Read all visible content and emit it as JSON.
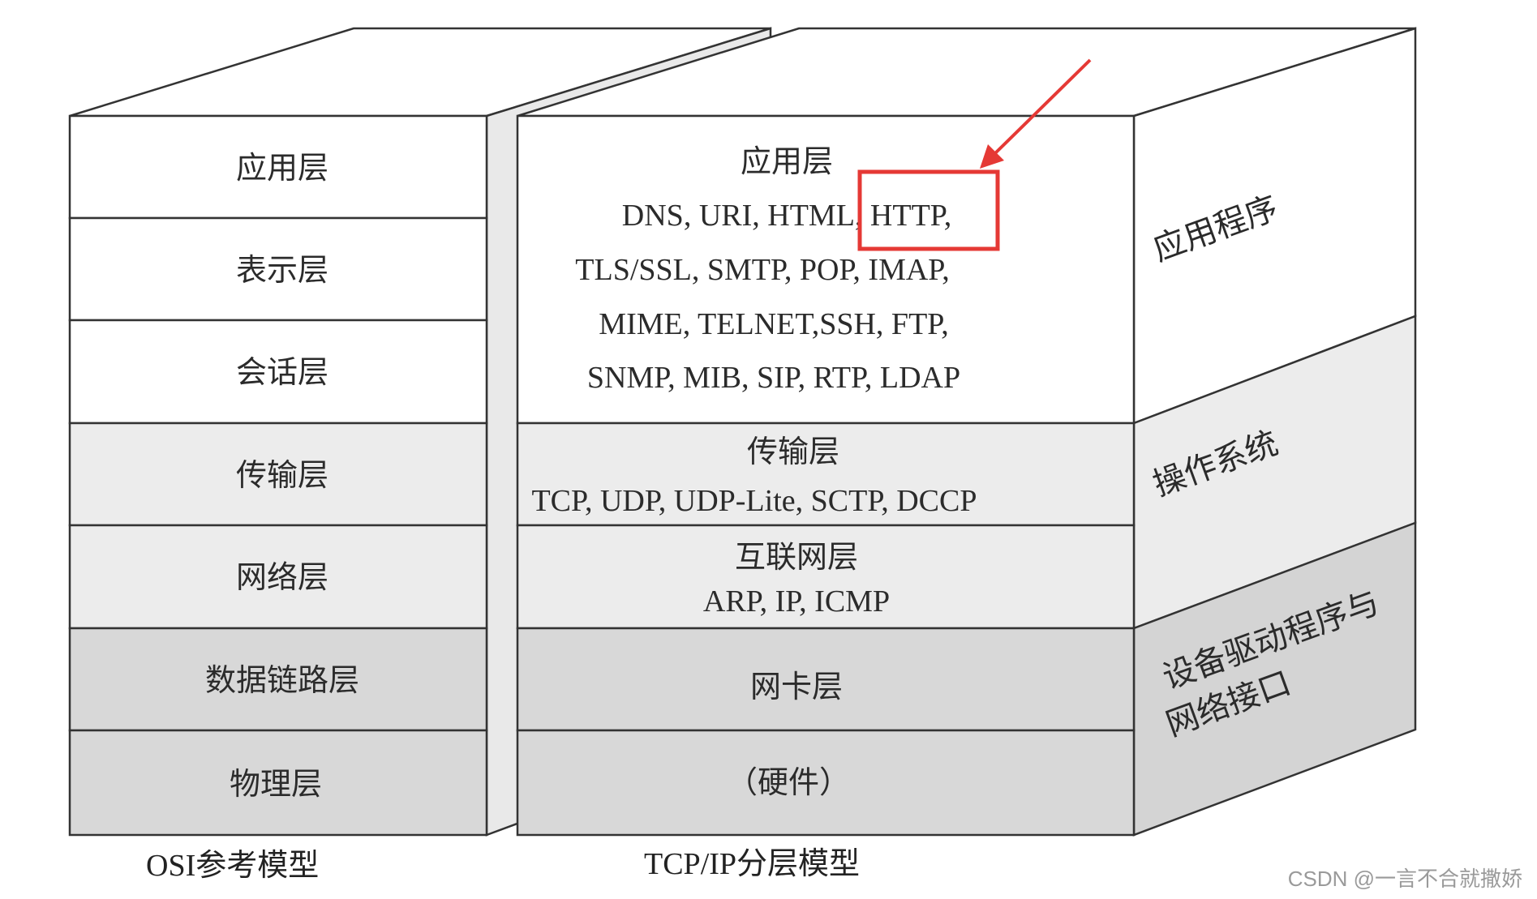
{
  "osi": {
    "caption": "OSI参考模型",
    "layers": [
      "应用层",
      "表示层",
      "会话层",
      "传输层",
      "网络层",
      "数据链路层",
      "物理层"
    ]
  },
  "tcpip": {
    "caption": "TCP/IP分层模型",
    "application": {
      "name": "应用层",
      "protocol_lines": [
        "DNS, URI, HTML, HTTP,",
        "TLS/SSL, SMTP, POP, IMAP,",
        "MIME, TELNET,SSH, FTP,",
        "SNMP, MIB, SIP, RTP, LDAP"
      ]
    },
    "transport": {
      "name": "传输层",
      "protocols": "TCP, UDP, UDP-Lite, SCTP, DCCP"
    },
    "internet": {
      "name": "互联网层",
      "protocols": "ARP, IP, ICMP"
    },
    "netcard": {
      "name": "网卡层"
    },
    "hardware": {
      "name": "（硬件）"
    }
  },
  "side_labels": {
    "application_program": "应用程序",
    "operating_system": "操作系统",
    "driver_line1": "设备驱动程序与",
    "driver_line2": "网络接口"
  },
  "highlight": {
    "target": "HTTP",
    "color": "#e53935"
  },
  "colors": {
    "white": "#ffffff",
    "light_gray": "#ececec",
    "dark_gray": "#d8d8d8",
    "side_gray": "#c8c8c8",
    "stroke": "#333333"
  },
  "watermark": "CSDN @一言不合就撒娇"
}
